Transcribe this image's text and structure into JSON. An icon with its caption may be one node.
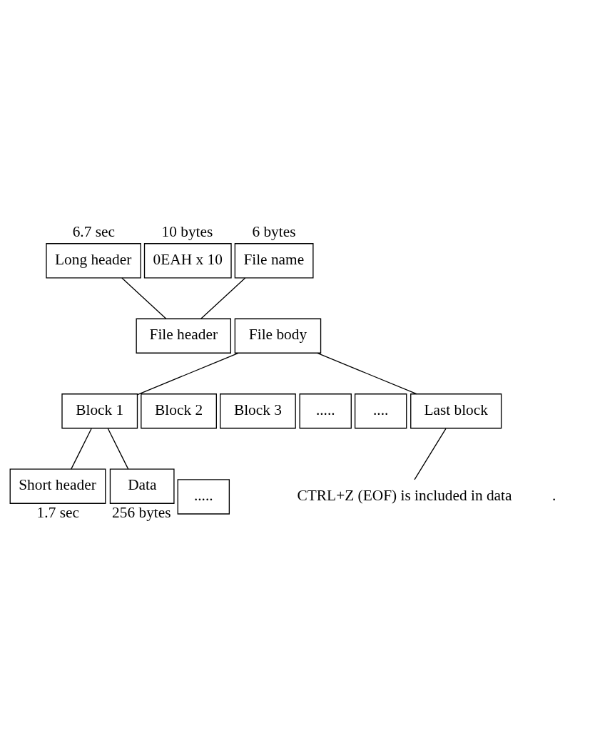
{
  "diagram": {
    "nodes": [
      {
        "text": [
          "Long header"
        ],
        "beside": [
          "6.7 sec"
        ]
      },
      {
        "text": [
          "0EAH x 10"
        ],
        "beside": [
          "10 bytes"
        ]
      },
      {
        "text": [
          "File name"
        ],
        "beside": [
          "6 bytes"
        ]
      },
      {
        "text": [
          "File header"
        ]
      },
      {
        "text": [
          "File body"
        ]
      },
      {
        "text": [
          "Block 1"
        ]
      },
      {
        "text": [
          "Block 2"
        ]
      },
      {
        "text": [
          "Block 3"
        ]
      },
      {
        "text": [
          "....."
        ]
      },
      {
        "text": [
          "...."
        ]
      },
      {
        "text": [
          "Last block"
        ]
      },
      {
        "text": [
          "Short header"
        ],
        "beside": [
          "1.7 sec"
        ]
      },
      {
        "text": [
          "Data"
        ],
        "beside": [
          "256 bytes"
        ]
      },
      {
        "text": [
          "....."
        ]
      },
      {
        "text": [
          "CTRL+Z (EOF) is included in data"
        ]
      }
    ],
    "edges": [
      {
        "from": 0,
        "to": 3,
        "arrow": "none"
      },
      {
        "from": 2,
        "to": 3,
        "arrow": "none"
      },
      {
        "from": 4,
        "to": 5,
        "arrow": "none"
      },
      {
        "from": 4,
        "to": 10,
        "arrow": "none"
      },
      {
        "from": 5,
        "to": 11,
        "arrow": "none"
      },
      {
        "from": 5,
        "to": 12,
        "arrow": "none"
      },
      {
        "from": 10,
        "to": 14,
        "arrow": "none"
      }
    ],
    "labels": [
      "."
    ]
  }
}
